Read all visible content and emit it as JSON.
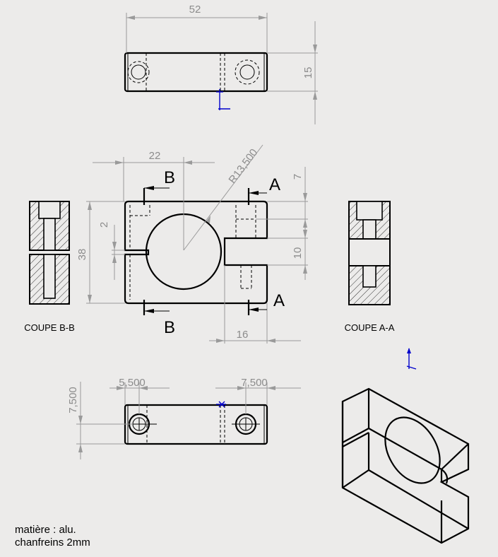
{
  "dimensions": {
    "top_width": "52",
    "top_height": "15",
    "front_left_offset": "22",
    "front_radius": "R13,500",
    "front_gap": "2",
    "front_height": "38",
    "front_top_offset": "7",
    "front_slot_width": "10",
    "front_slot_depth": "16",
    "bottom_left_x": "5,500",
    "bottom_right_x": "7,500",
    "bottom_y": "7,500"
  },
  "section_labels": {
    "a_top": "A",
    "a_bottom": "A",
    "b_top": "B",
    "b_bottom": "B"
  },
  "captions": {
    "section_bb": "COUPE B-B",
    "section_aa": "COUPE A-A"
  },
  "notes": {
    "material": "matière : alu.",
    "chamfers": "chanfreins 2mm"
  }
}
